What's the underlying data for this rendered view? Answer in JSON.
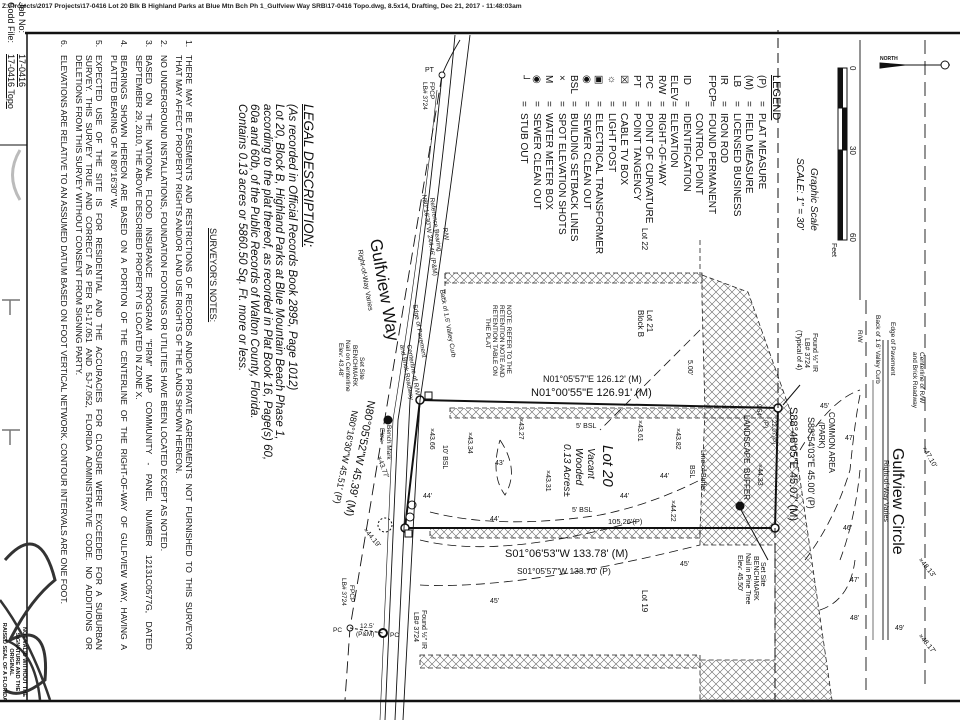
{
  "header": {
    "file_path": "Z:\\Projects\\2017 Projects\\17-0416 Lot 20 Blk B Highland Parks at Blue Mtn Bch Ph 1_Gulfview Way SRB\\17-0416 Topo.dwg, 8.5x14, Drafting, Dec 21, 2017 - 11:48:03am"
  },
  "scale": {
    "title": "Graphic Scale",
    "scale_text": "SCALE: 1\" = 30'",
    "ticks": [
      "0",
      "30",
      "60"
    ],
    "unit": "Feet"
  },
  "legend": {
    "title": "LEGEND",
    "items": [
      {
        "abbr": "(P)",
        "text": "PLAT MEASURE"
      },
      {
        "abbr": "(M)",
        "text": "FIELD MEASURE"
      },
      {
        "abbr": "LB",
        "text": "LICENSED BUSINESS"
      },
      {
        "abbr": "IR",
        "text": "IRON ROD"
      },
      {
        "abbr": "FPCP",
        "text": "FOUND PERMANENT"
      },
      {
        "abbr": "",
        "text": "CONTROL POINT"
      },
      {
        "abbr": "ID",
        "text": "IDENTIFICATION"
      },
      {
        "abbr": "ELEV",
        "text": "ELEVATION"
      },
      {
        "abbr": "R/W",
        "text": "RIGHT-OF-WAY"
      },
      {
        "abbr": "PC",
        "text": "POINT OF CURVATURE"
      },
      {
        "abbr": "PT",
        "text": "POINT TANGENCY"
      },
      {
        "abbr": "☒",
        "text": "CABLE TV BOX"
      },
      {
        "abbr": "☼",
        "text": "LIGHT POST"
      },
      {
        "abbr": "▣",
        "text": "ELECTRICAL TRANSFORMER"
      },
      {
        "abbr": "◉",
        "text": "SEWER CLEAN OUT"
      },
      {
        "abbr": "BSL",
        "text": "BUILDING SETBACK LINES"
      },
      {
        "abbr": "×",
        "text": "SPOT ELEVATION SHOTS"
      },
      {
        "abbr": "M",
        "text": "WATER METER BOX"
      },
      {
        "abbr": "◉",
        "text": "SEWER CLEAN OUT"
      },
      {
        "abbr": "┘",
        "text": "STUB OUT"
      }
    ]
  },
  "legal": {
    "title": "LEGAL DESCRIPTION:",
    "lines": [
      "(As recorded in Official Records Book 2895, Page 1012)",
      "Lot 20, Block B, Highland Parks at Blue Mountain Beach Phase 1,",
      "according to the plat thereof, as recorded in Plat Book 16, Page(s) 60,",
      "60a and 60b, of the Public Records of Walton County, Florida.",
      "Contains 0.13 acres or 5860.50 Sq. Ft. more or less."
    ]
  },
  "notes": {
    "title": "SURVEYOR'S NOTES:",
    "items": [
      {
        "num": "1.",
        "lines": [
          "THERE MAY BE EASEMENTS AND RESTRICTIONS OF RECORDS AND/OR PRIVATE AGREEMENTS NOT FURNISHED TO THIS SURVEYOR",
          "THAT MAY AFFECT PROPERTY RIGHTS AND/OR LAND USE RIGHTS OF THE LANDS SHOWN HEREON."
        ]
      },
      {
        "num": "2.",
        "lines": [
          "NO UNDERGROUND INSTALLATIONS, FOUNDATION FOOTINGS OR UTILITIES HAVE BEEN LOCATED EXCEPT AS NOTED."
        ]
      },
      {
        "num": "3.",
        "lines": [
          "BASED ON THE NATIONAL FLOOD INSURANCE PROGRAM \"FIRM\" MAP COMMUNITY - PANEL NUMBER 12131C0577G, DATED",
          "SEPTEMBER 29, 2010, THE ABOVE DESCRIBED PROPERTY IS LOCATED IN ZONE X."
        ]
      },
      {
        "num": "4.",
        "lines": [
          "BEARINGS SHOWN HEREON ARE BASED ON A PORTION OF THE CENTERLINE OF THE RIGHT-OF-WAY OF GULFVIEW WAY, HAVING A",
          "PLATTED BEARING OF N 80°16'30\" W."
        ]
      },
      {
        "num": "5.",
        "lines": [
          "EXPECTED USE OF THE SITE IS FOR RESIDENTIAL AND THE ACCURACIES FOR CLOSURE WERE EXCEEDED FOR A SUBURBAN",
          "SURVEY. THIS SURVEY TRUE AND CORRECT AS PER 5J-17.051 AND 5J-7.052, FLORIDA ADMINISTRATIVE CODE. NO ADDITIONS OR",
          "DELETIONS FROM THIS SURVEY WITHOUT CONSENT FROM SIGNING PARTY."
        ]
      },
      {
        "num": "6.",
        "lines": [
          "ELEVATIONS ARE RELATIVE TO AN ASSUMED DATUM BASED ON FOOT VERTICAL NETWORK. CONTOUR INTERVALS ARE ONE FOOT."
        ]
      }
    ]
  },
  "job": {
    "job_label": "Job No:",
    "job_value": "17-0416",
    "file_label": "Codd File:",
    "file_value": "17-0416 Topo"
  },
  "seal_notice": [
    "NOT VALID WITHOUT THE",
    "SIGNATURE AND THE ORIGINAL",
    "RAISED SEAL OF A FLORIDA"
  ],
  "plat": {
    "north_label": "NORTH",
    "lot20": {
      "name": "Lot 20",
      "l1": "Vacant",
      "l2": "Wooded",
      "l3": "0.13 Acres±"
    },
    "lot21": [
      "Lot 21",
      "Block B"
    ],
    "lot22": "Lot 22",
    "lot19": "Lot 19",
    "retention_note": [
      "NOTE: REFER TO THE",
      "RETENTION NOTE AND",
      "RETENTION TABLE ON",
      "THE PLAT"
    ],
    "north_line_p": "N01°05'57\"E    126.12' (M)",
    "north_line_m": "N01°00'55\"E    126.91' (M)",
    "south_line_m": "S01°06'53\"W    133.78' (M)",
    "south_line_p": "S01°05'57\"W    133.70' (P)",
    "inner_dim": "105.26'(P)",
    "east_p": "S88°54'03\"E  45.00' (P)",
    "east_m": "S88°48'05\"E  45.07' (M)",
    "west_m": "N80°05'52\"W  45.39' (M)",
    "west_p": "N80°16'30\"W  45.51' (P)",
    "bsl_5": "5' BSL",
    "bsl_10": "10' BSL",
    "bsl": "BSL",
    "setback_5": "5.00'",
    "corner_dims": [
      "9.54'",
      "(P)",
      "22.07'(P)"
    ],
    "found_ir": [
      "Found ½\" IR",
      "LB# 3724",
      "(Typical of 4)"
    ],
    "found_ir_sw": [
      "Found ½\" IR",
      "LB# 3724"
    ],
    "common_area": [
      "COMMON AREA",
      "(PARK)"
    ],
    "landscape": [
      "LANDSCAPE",
      "BUFFER"
    ],
    "line_of_buffer": "Line of Buffer",
    "benchmark_tree": [
      "Set Site",
      "BENCHMARK",
      "Nail in Pine Tree",
      "Elev: 45.50'"
    ],
    "benchmark_way": [
      "Set Site",
      "BENCHMARK",
      "Nail on Centerline",
      "Elev: 43.48'"
    ],
    "bench_mark_elev": [
      "Bench Mark",
      "Elev="
    ],
    "gulfview_circle": "Gulfview Circle",
    "gulfview_way": "Gulfview Way",
    "row_varies": "Right-of-Way Varies",
    "centerline": [
      "Centerline of R/W",
      "and Brick Roadway"
    ],
    "edge_pavement": "Edge of Pavement",
    "back_curb": "Back of 1.6' Valley Curb",
    "rw": "R/W",
    "ref_bearing": [
      "Reference Bearing",
      "N80°16'30\"W 244.46' (P&M)"
    ],
    "pt": "PT",
    "pc": "PC",
    "fpcp": [
      "FPCP",
      "LB# 3724"
    ],
    "arc": [
      "12.5'",
      "(P&M)"
    ],
    "spots": [
      "×43.61",
      "×43.82",
      "×44.33",
      "×44.22",
      "×43.31",
      "×43.27",
      "×43.34",
      "×43.66",
      "×43.77'",
      "×44.19'",
      "×47.10'",
      "×48.13'",
      "×48.17'"
    ],
    "contours": [
      "43'",
      "44'",
      "44'",
      "44'",
      "44'",
      "45'",
      "45'",
      "45'",
      "46'",
      "47'",
      "47'",
      "48'",
      "49'"
    ]
  },
  "colors": {
    "ink": "#111111",
    "paper": "#ffffff",
    "hatch": "#555555"
  }
}
